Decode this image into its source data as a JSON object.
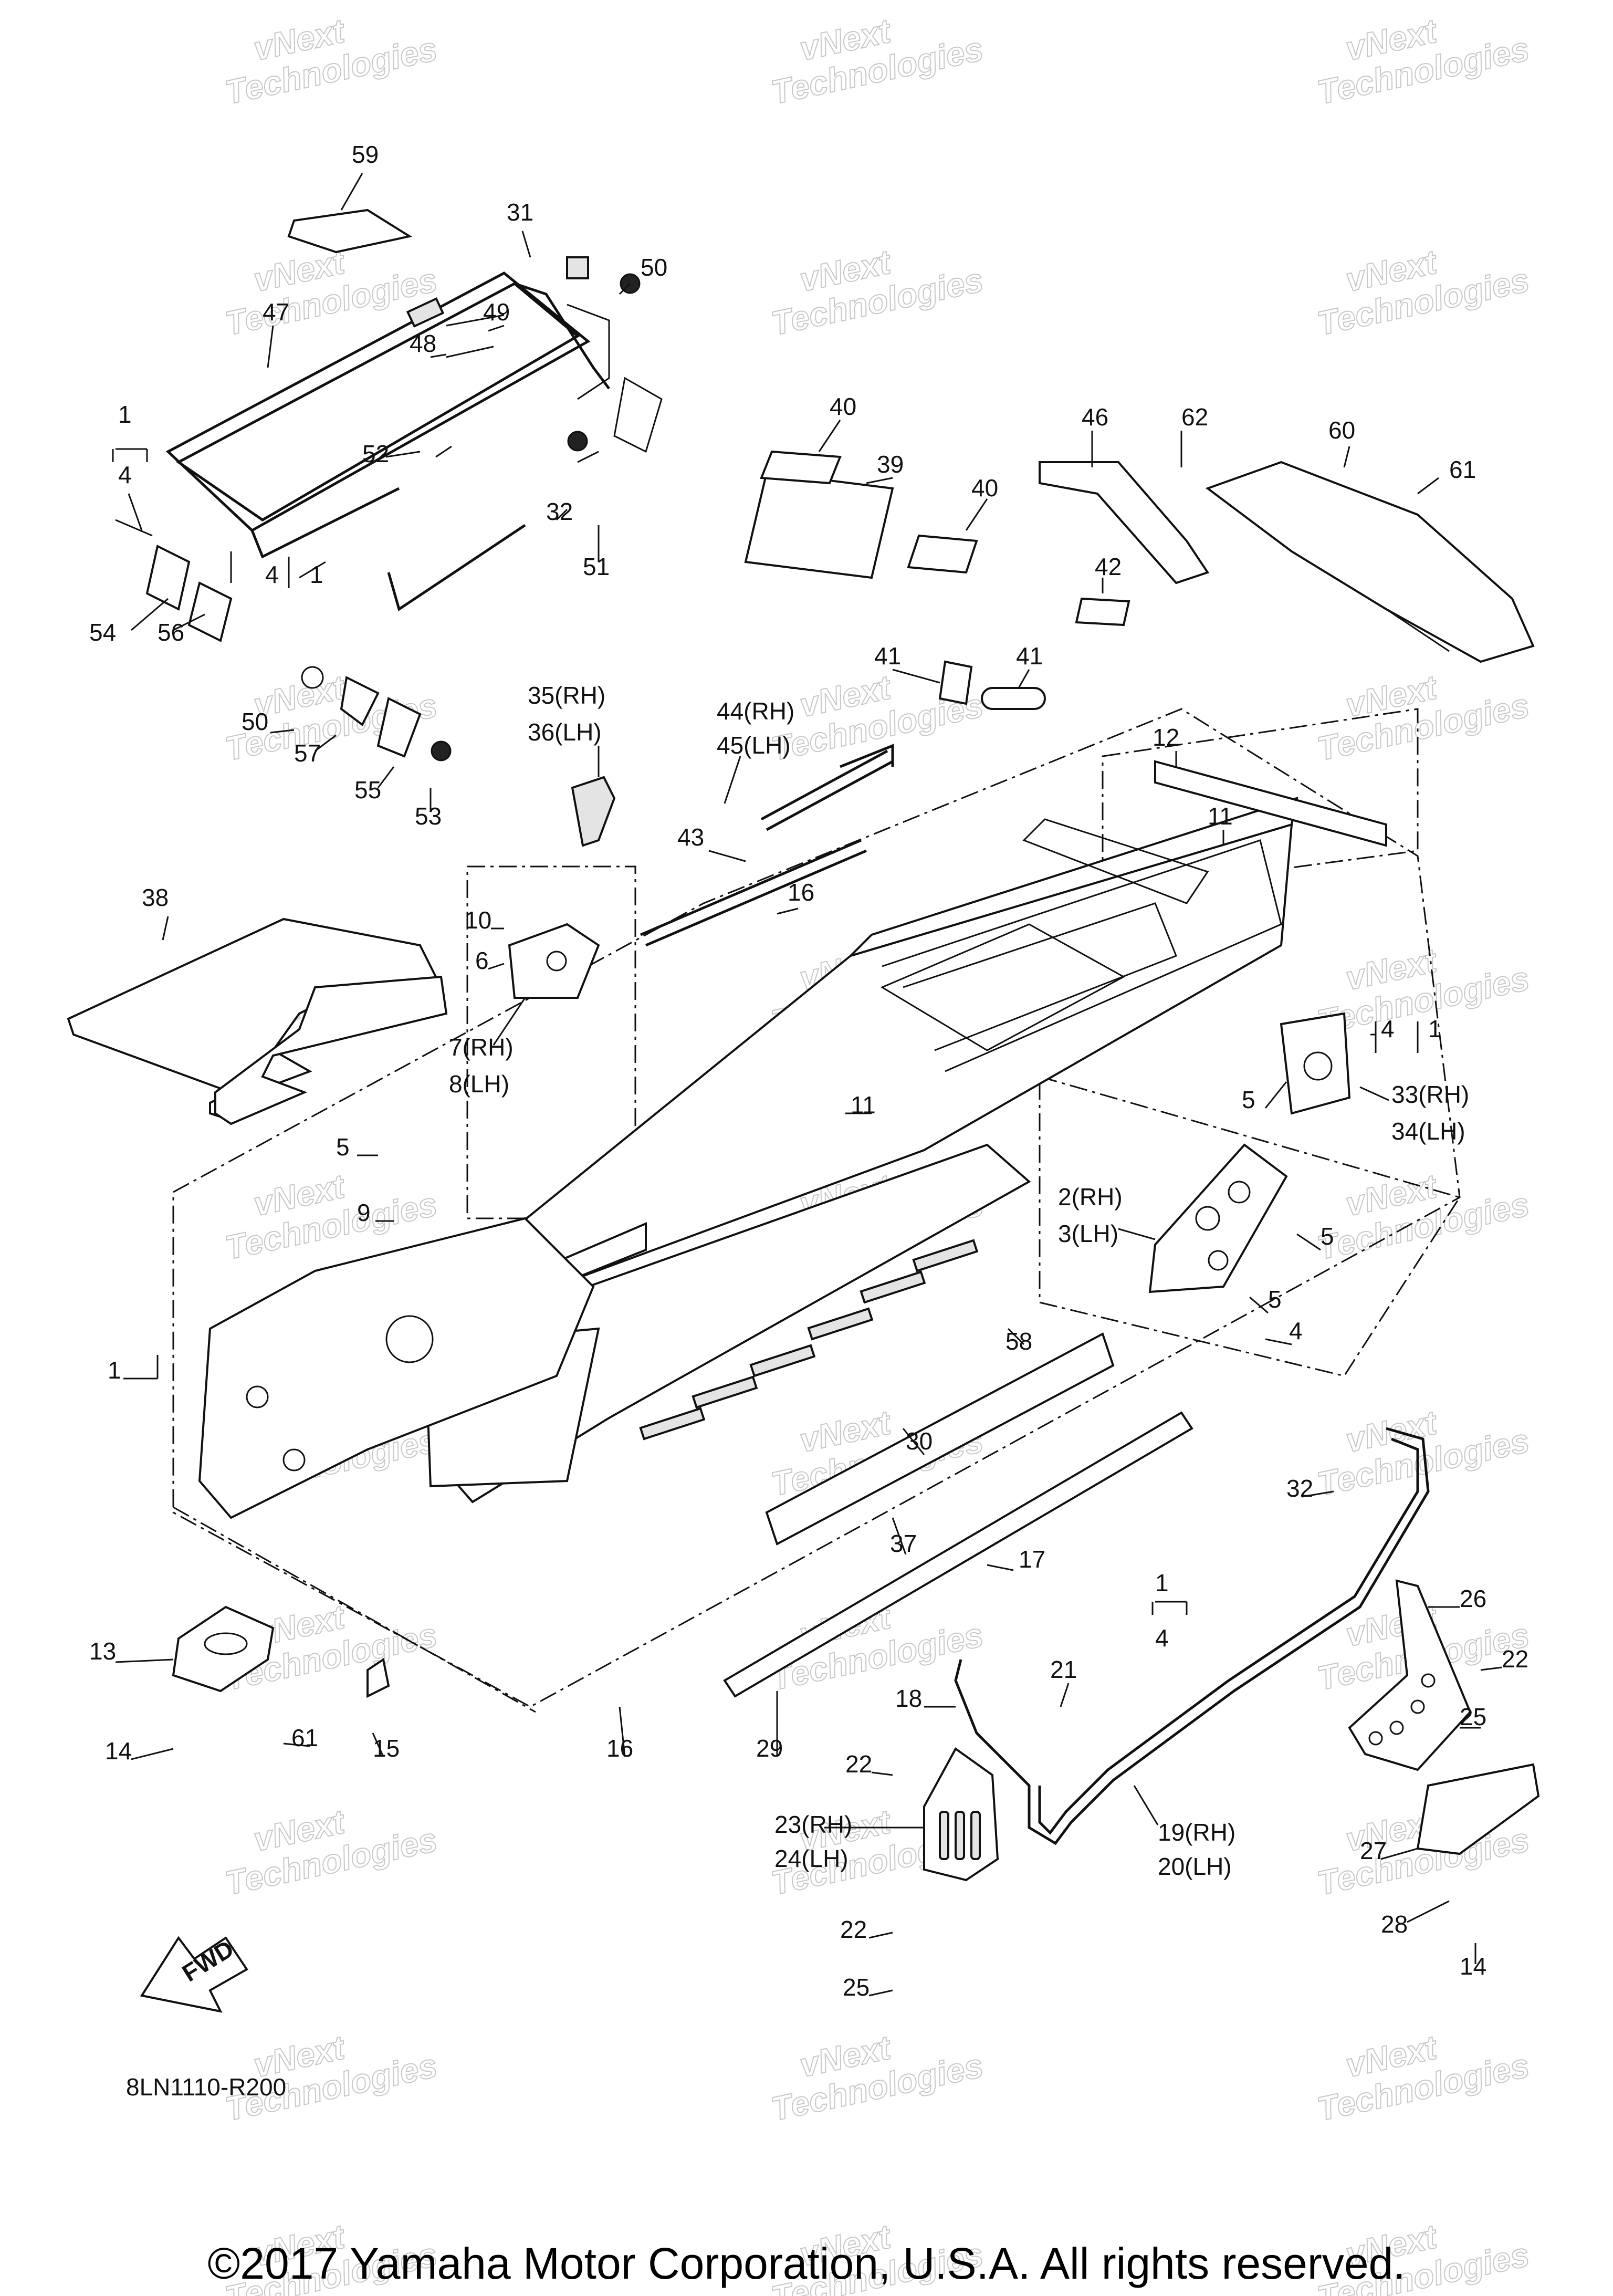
{
  "diagram_code": "8LN1110-R200",
  "fwd_label": "FWD",
  "copyright": "©2017 Yamaha Motor Corporation, U.S.A. All rights reserved.",
  "watermark": {
    "line1": "vNext",
    "line2": "Technologies"
  },
  "callouts": [
    {
      "id": "c1a",
      "text": "1"
    },
    {
      "id": "c4a",
      "text": "4"
    },
    {
      "id": "c4b",
      "text": "4"
    },
    {
      "id": "c1b",
      "text": "1"
    },
    {
      "id": "c54",
      "text": "54"
    },
    {
      "id": "c56",
      "text": "56"
    },
    {
      "id": "c59",
      "text": "59"
    },
    {
      "id": "c47",
      "text": "47"
    },
    {
      "id": "c31",
      "text": "31"
    },
    {
      "id": "c50a",
      "text": "50"
    },
    {
      "id": "c49",
      "text": "49"
    },
    {
      "id": "c48",
      "text": "48"
    },
    {
      "id": "c52",
      "text": "52"
    },
    {
      "id": "c32a",
      "text": "32"
    },
    {
      "id": "c51",
      "text": "51"
    },
    {
      "id": "c50b",
      "text": "50"
    },
    {
      "id": "c57",
      "text": "57"
    },
    {
      "id": "c55",
      "text": "55"
    },
    {
      "id": "c53",
      "text": "53"
    },
    {
      "id": "c40a",
      "text": "40"
    },
    {
      "id": "c39",
      "text": "39"
    },
    {
      "id": "c40b",
      "text": "40"
    },
    {
      "id": "c46",
      "text": "46"
    },
    {
      "id": "c62",
      "text": "62"
    },
    {
      "id": "c60",
      "text": "60"
    },
    {
      "id": "c61a",
      "text": "61"
    },
    {
      "id": "c42",
      "text": "42"
    },
    {
      "id": "c41a",
      "text": "41"
    },
    {
      "id": "c41b",
      "text": "41"
    },
    {
      "id": "c35",
      "text": "35(RH)"
    },
    {
      "id": "c36",
      "text": "36(LH)"
    },
    {
      "id": "c44",
      "text": "44(RH)"
    },
    {
      "id": "c45",
      "text": "45(LH)"
    },
    {
      "id": "c12",
      "text": "12"
    },
    {
      "id": "c11a",
      "text": "11"
    },
    {
      "id": "c38",
      "text": "38"
    },
    {
      "id": "c43",
      "text": "43"
    },
    {
      "id": "c16a",
      "text": "16"
    },
    {
      "id": "c10",
      "text": "10"
    },
    {
      "id": "c6",
      "text": "6"
    },
    {
      "id": "c7",
      "text": "7(RH)"
    },
    {
      "id": "c8",
      "text": "8(LH)"
    },
    {
      "id": "c4c",
      "text": "4"
    },
    {
      "id": "c1c",
      "text": "1"
    },
    {
      "id": "c5a",
      "text": "5"
    },
    {
      "id": "c33",
      "text": "33(RH)"
    },
    {
      "id": "c34",
      "text": "34(LH)"
    },
    {
      "id": "c11b",
      "text": "11"
    },
    {
      "id": "c5b",
      "text": "5"
    },
    {
      "id": "c9",
      "text": "9"
    },
    {
      "id": "c2",
      "text": "2(RH)"
    },
    {
      "id": "c3",
      "text": "3(LH)"
    },
    {
      "id": "c5c",
      "text": "5"
    },
    {
      "id": "c5d",
      "text": "5"
    },
    {
      "id": "c58",
      "text": "58"
    },
    {
      "id": "c4d",
      "text": "4"
    },
    {
      "id": "c1d",
      "text": "1"
    },
    {
      "id": "c30",
      "text": "30"
    },
    {
      "id": "c32b",
      "text": "32"
    },
    {
      "id": "c37",
      "text": "37"
    },
    {
      "id": "c17",
      "text": "17"
    },
    {
      "id": "c1e",
      "text": "1"
    },
    {
      "id": "c4e",
      "text": "4"
    },
    {
      "id": "c26",
      "text": "26"
    },
    {
      "id": "c13",
      "text": "13"
    },
    {
      "id": "c22a",
      "text": "22"
    },
    {
      "id": "c21",
      "text": "21"
    },
    {
      "id": "c18",
      "text": "18"
    },
    {
      "id": "c14a",
      "text": "14"
    },
    {
      "id": "c61b",
      "text": "61"
    },
    {
      "id": "c15",
      "text": "15"
    },
    {
      "id": "c16b",
      "text": "16"
    },
    {
      "id": "c29",
      "text": "29"
    },
    {
      "id": "c25a",
      "text": "25"
    },
    {
      "id": "c22b",
      "text": "22"
    },
    {
      "id": "c23",
      "text": "23(RH)"
    },
    {
      "id": "c24",
      "text": "24(LH)"
    },
    {
      "id": "c19",
      "text": "19(RH)"
    },
    {
      "id": "c20",
      "text": "20(LH)"
    },
    {
      "id": "c27",
      "text": "27"
    },
    {
      "id": "c28",
      "text": "28"
    },
    {
      "id": "c22c",
      "text": "22"
    },
    {
      "id": "c25b",
      "text": "25"
    },
    {
      "id": "c14b",
      "text": "14"
    }
  ]
}
